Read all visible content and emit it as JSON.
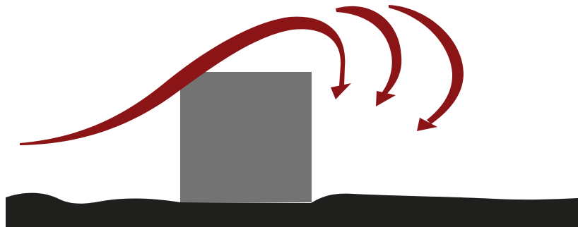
{
  "diagram": {
    "colors": {
      "background": "#ffffff",
      "ground": "#1f1f1d",
      "block": "#737373",
      "wind_arrows": "#8b1516"
    },
    "elements": {
      "ground": "ground-terrain",
      "block": "gray-square-obstacle",
      "arrows": [
        "wind-arrow-long-curve",
        "wind-arrow-middle",
        "wind-arrow-right"
      ]
    }
  }
}
